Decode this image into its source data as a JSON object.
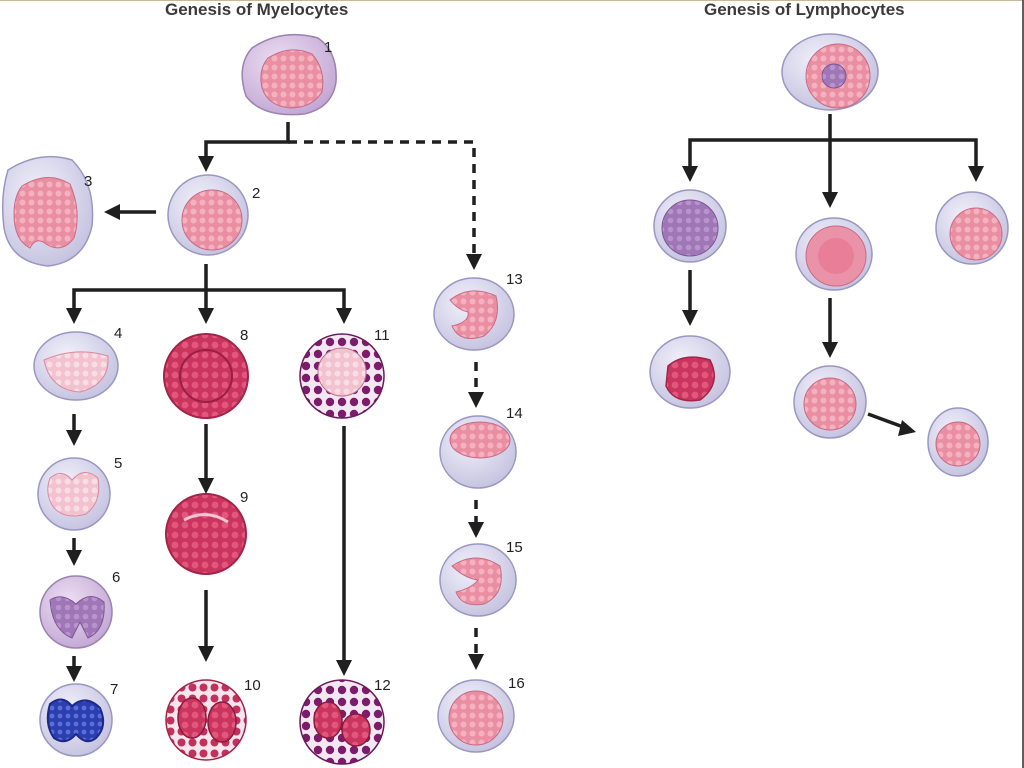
{
  "titles": {
    "myelocytes": "Genesis of Myelocytes",
    "lymphocytes": "Genesis of Lymphocytes"
  },
  "cell_labels": [
    "1",
    "2",
    "3",
    "4",
    "5",
    "6",
    "7",
    "8",
    "9",
    "10",
    "11",
    "12",
    "13",
    "14",
    "15",
    "16"
  ],
  "colors": {
    "cytoplasm_lilac": "#c9b0d8",
    "cytoplasm_grey": "#d3d0e6",
    "nucleus_pink": "#e98aa0",
    "nucleus_purple": "#9a6fb0",
    "nucleus_blue": "#2c3fb0",
    "granule_red": "#b7234f",
    "granule_purple": "#7d1c6a",
    "arrow": "#1f1f1f"
  }
}
